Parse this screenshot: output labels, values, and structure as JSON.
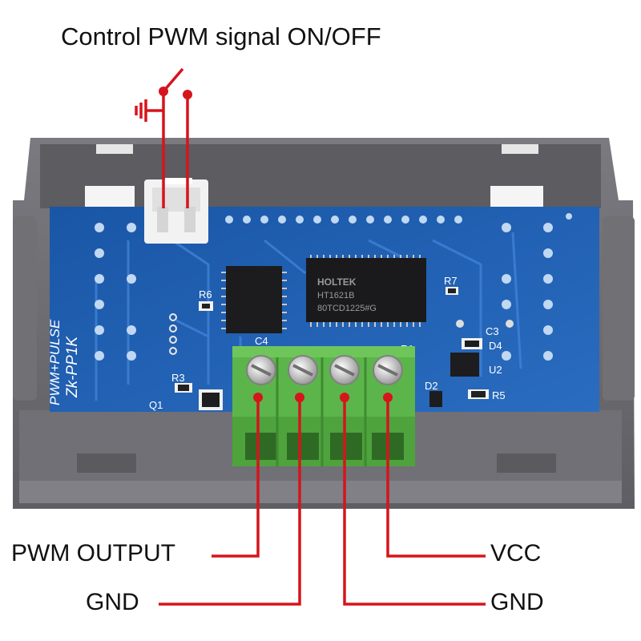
{
  "labels": {
    "title": "Control PWM signal ON/OFF",
    "pwm_output": "PWM OUTPUT",
    "gnd_left": "GND",
    "vcc": "VCC",
    "gnd_right": "GND"
  },
  "board": {
    "model": "Zk-PP1K",
    "function": "PWM+PULSE",
    "chip_brand": "HOLTEK",
    "chip_part": "HT1621B",
    "chip_code": "80TCD1225#G",
    "refs": [
      "R3",
      "R6",
      "R7",
      "C3",
      "D4",
      "U2",
      "D2",
      "R5",
      "R1",
      "Q1",
      "C4"
    ]
  },
  "colors": {
    "wire": "#d6141c",
    "pcb": "#1f5fb0",
    "case": "#6e6e73",
    "terminal": "#57b447",
    "connector": "#f0f0f0"
  }
}
